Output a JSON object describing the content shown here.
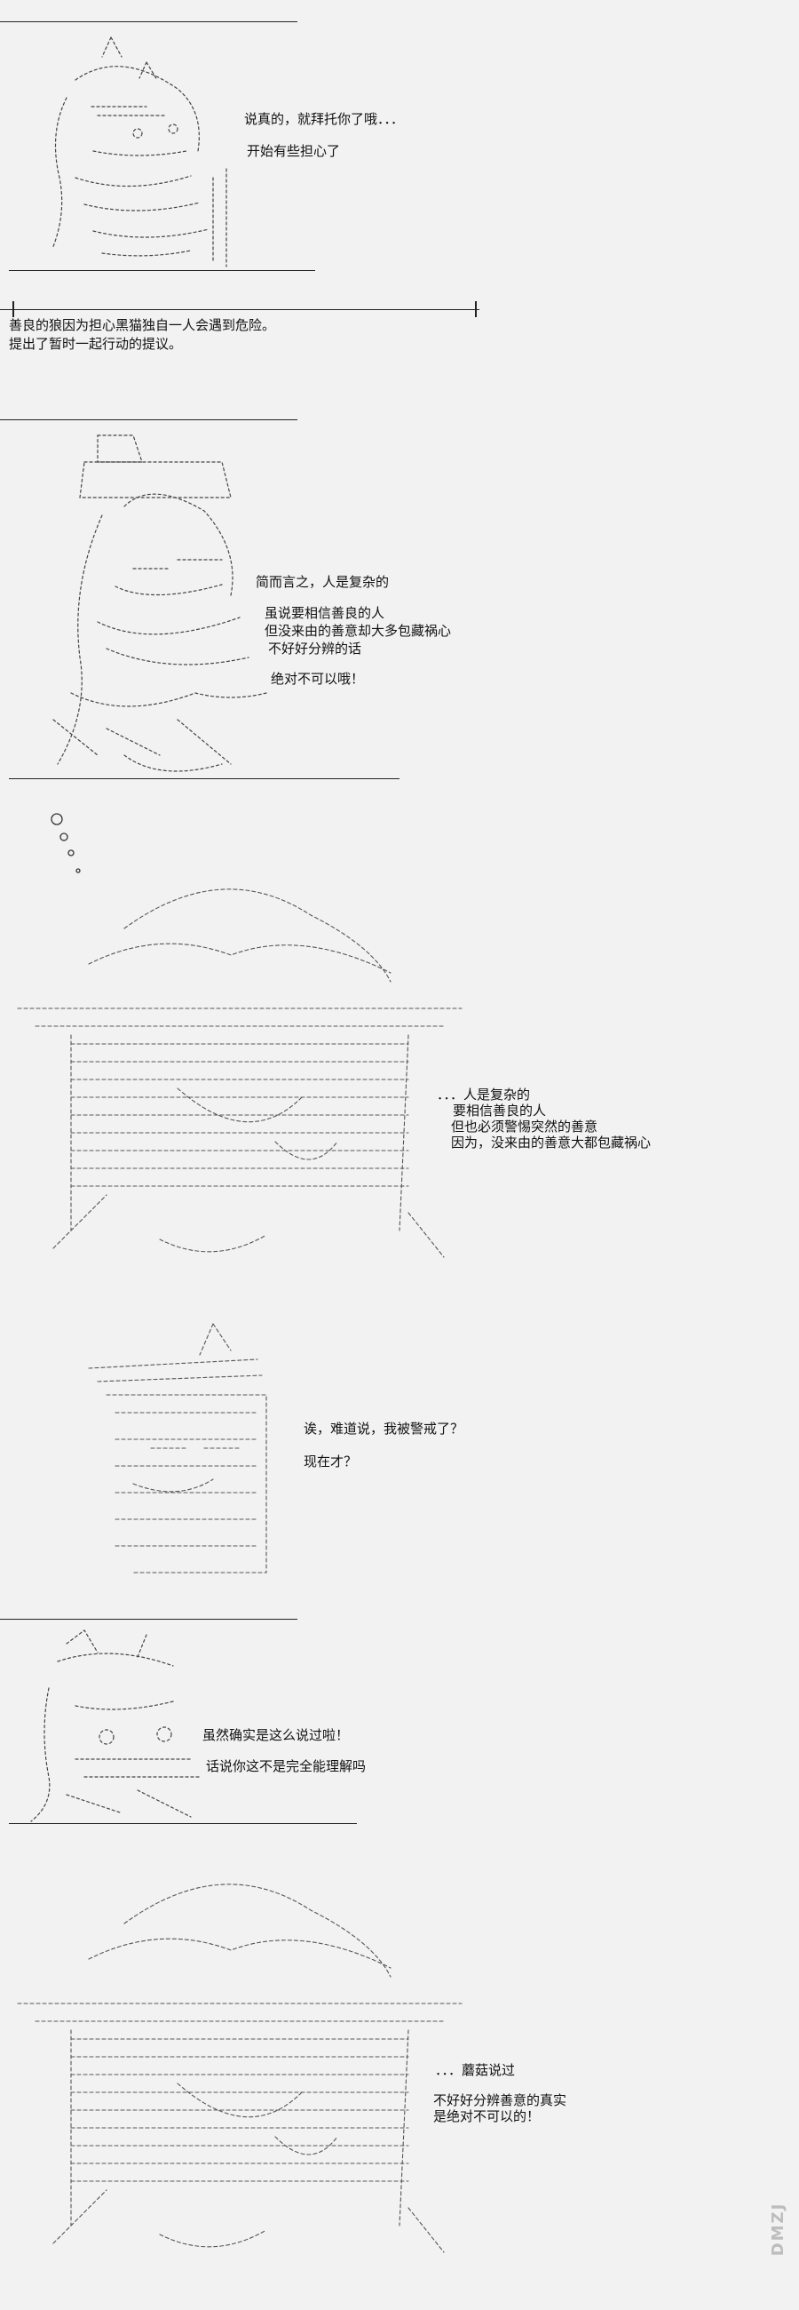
{
  "panel1": {
    "lines": [
      "说真的，就拜托你了哦．．．",
      "开始有些担心了"
    ]
  },
  "narration": {
    "line1": "善良的狼因为担心黑猫独自一人会遇到危险。",
    "line2": "提出了暂时一起行动的提议。"
  },
  "panel2": {
    "lines": [
      "简而言之，人是复杂的",
      "虽说要相信善良的人",
      "但没来由的善意却大多包藏祸心",
      "不好好分辨的话",
      "绝对不可以哦！"
    ]
  },
  "panel3": {
    "lines": [
      "．．．人是复杂的",
      "要相信善良的人",
      "但也必须警惕突然的善意",
      "因为，没来由的善意大都包藏祸心"
    ]
  },
  "panel4": {
    "lines": [
      "诶，难道说，我被警戒了？",
      "现在才？"
    ]
  },
  "panel5": {
    "lines": [
      "虽然确实是这么说过啦！",
      "话说你这不是完全能理解吗"
    ]
  },
  "panel6": {
    "lines": [
      "．．．蘑菇说过",
      "不好好分辨善意的真实",
      "是绝对不可以的！"
    ]
  },
  "watermark": "DMZJ"
}
